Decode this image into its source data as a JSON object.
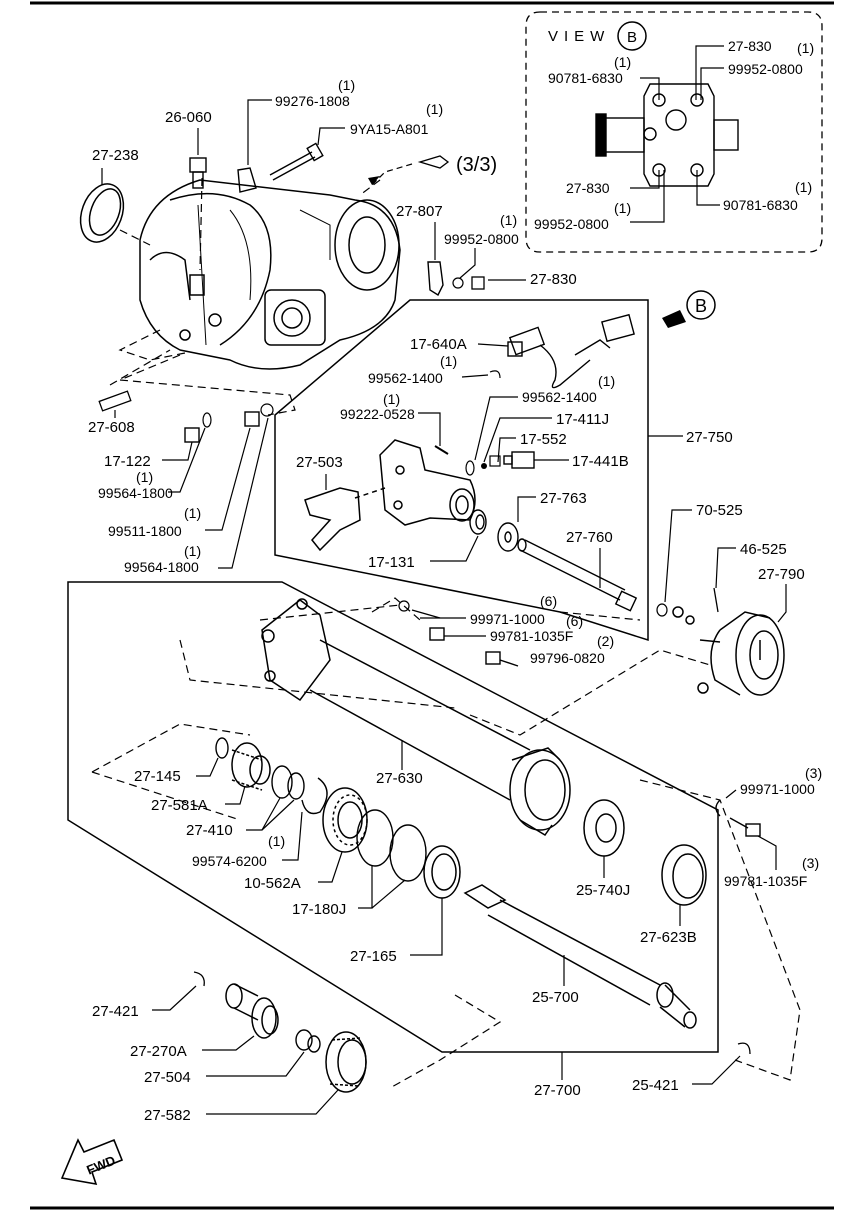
{
  "view": {
    "word": "VIEW",
    "letter": "B"
  },
  "view_b_marker": "B",
  "ref": "(3/3)",
  "fwd": "FWD",
  "labels": {
    "p99276_q": "(1)",
    "p99276": "99276-1808",
    "p9ya15_q": "(1)",
    "p9ya15": "9YA15-A801",
    "p26060": "26-060",
    "p27238": "27-238",
    "p27807": "27-807",
    "p99952a_q": "(1)",
    "p99952a": "99952-0800",
    "p27830a": "27-830",
    "p27608": "27-608",
    "p17122": "17-122",
    "p99564a_q": "(1)",
    "p99564a": "99564-1800",
    "p99511_q": "(1)",
    "p99511": "99511-1800",
    "p99564b_q": "(1)",
    "p99564b": "99564-1800",
    "p17640": "17-640A",
    "p99562a_q": "(1)",
    "p99562a": "99562-1400",
    "p99222_q": "(1)",
    "p99222": "99222-0528",
    "p99562b_q": "(1)",
    "p99562b": "99562-1400",
    "p17411": "17-411J",
    "p17552": "17-552",
    "p17441": "17-441B",
    "p27750": "27-750",
    "p27503": "27-503",
    "p27763": "27-763",
    "p27760": "27-760",
    "p17131": "17-131",
    "p70525": "70-525",
    "p46525": "46-525",
    "p27790": "27-790",
    "p99971a_q": "(6)",
    "p99971a": "99971-1000",
    "p99781a_q": "(6)",
    "p99781a": "99781-1035F",
    "p99796_q": "(2)",
    "p99796": "99796-0820",
    "p27145": "27-145",
    "p27581": "27-581A",
    "p27410": "27-410",
    "p99574_q": "(1)",
    "p99574": "99574-6200",
    "p10562": "10-562A",
    "p17180": "17-180J",
    "p27165": "27-165",
    "p27630": "27-630",
    "p25740": "25-740J",
    "p27623": "27-623B",
    "p99971b_q": "(3)",
    "p99971b": "99971-1000",
    "p99781b_q": "(3)",
    "p99781b": "99781-1035F",
    "p25700": "25-700",
    "p27421": "27-421",
    "p27270": "27-270A",
    "p27504": "27-504",
    "p27582": "27-582",
    "p27700": "27-700",
    "p25421": "25-421",
    "vb_27830a": "27-830",
    "vb_27830a_q": "(1)",
    "vb_99952a": "99952-0800",
    "vb_90781a_q": "(1)",
    "vb_90781a": "90781-6830",
    "vb_27830b": "27-830",
    "vb_99952b_q": "(1)",
    "vb_99952b": "99952-0800",
    "vb_90781b_q": "(1)",
    "vb_90781b": "90781-6830"
  }
}
